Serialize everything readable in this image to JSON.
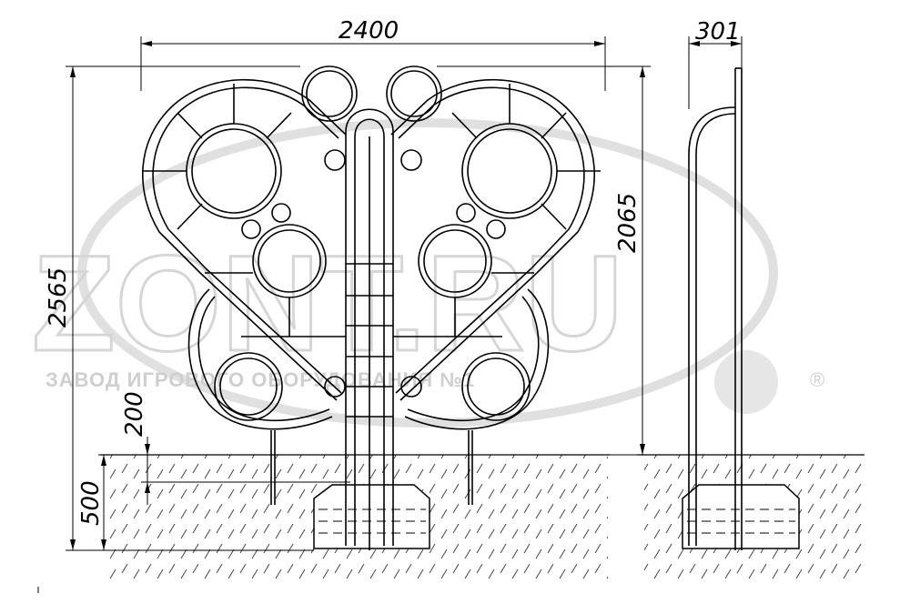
{
  "watermark": {
    "logo_text": "ZONT.RU",
    "subtitle": "ЗАВОД ИГРОВОГО ОБОРУДОВАНИЯ №1",
    "registered_mark": "®"
  },
  "dimensions": {
    "overall_width": "2400",
    "depth": "301",
    "total_height": "2565",
    "above_ground_height": "2065",
    "underground_depth": "500",
    "post_embed": "200"
  },
  "colors": {
    "line": "#000000",
    "watermark": "#d6d6d6",
    "hatch": "#333333"
  }
}
